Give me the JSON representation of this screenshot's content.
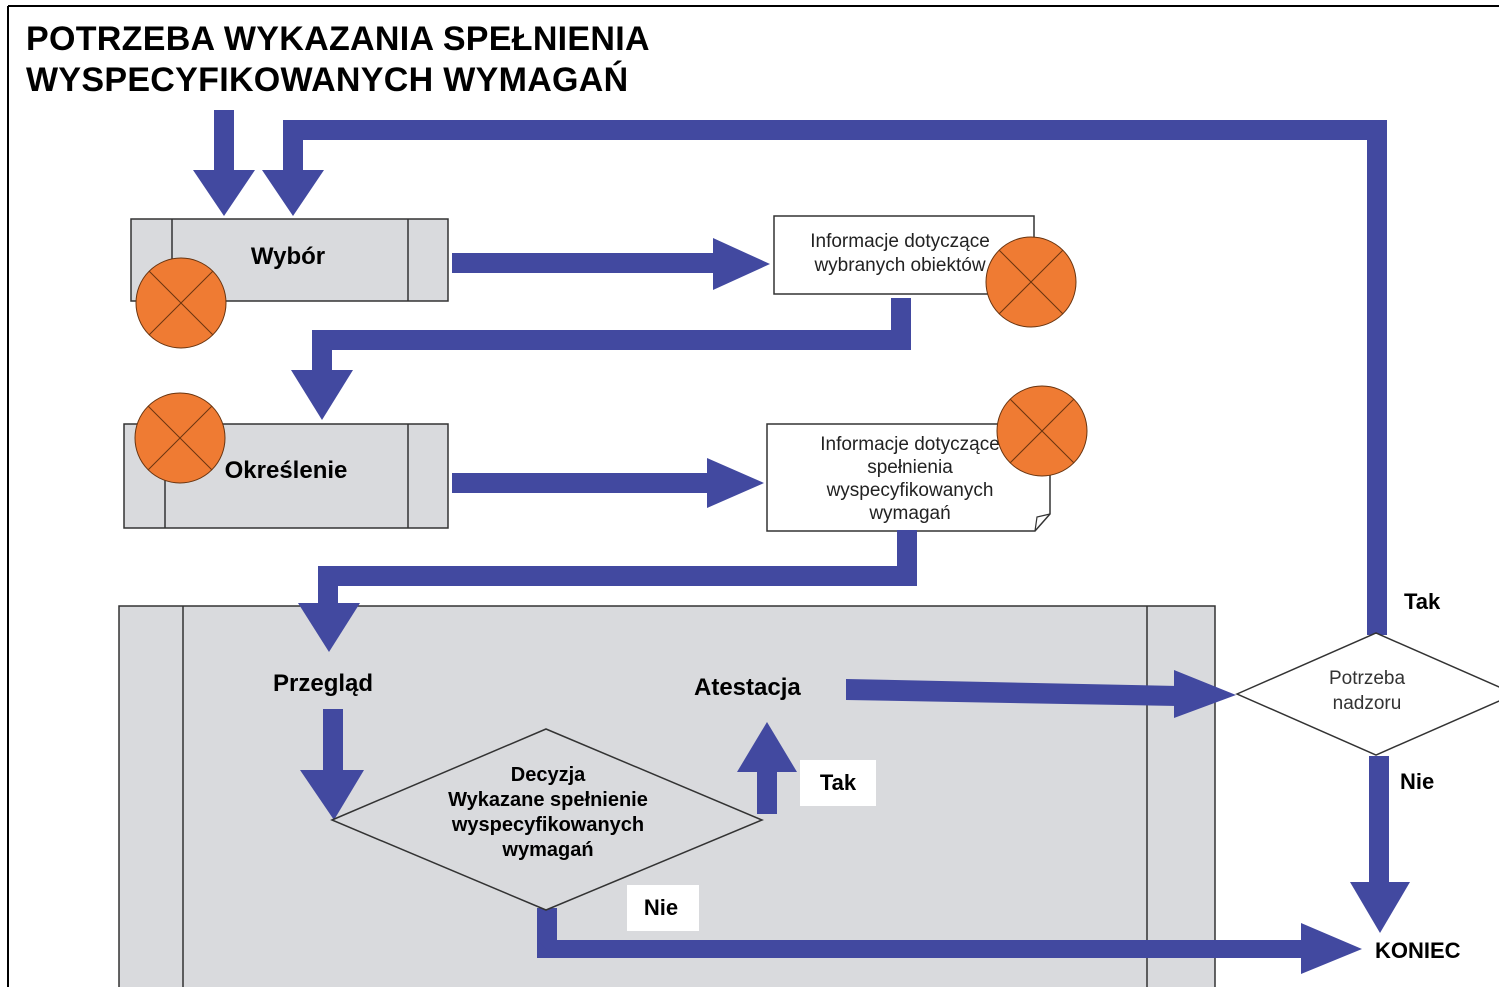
{
  "title": {
    "line1": "POTRZEBA WYKAZANIA SPEŁNIENIA",
    "line2": "WYSPECYFIKOWANYCH WYMAGAŃ"
  },
  "processes": {
    "wybor": "Wybór",
    "okreslenie": "Określenie"
  },
  "documents": {
    "doc1": [
      "Informacje dotyczące",
      "wybranych obiektów"
    ],
    "doc2": [
      "Informacje dotyczące",
      "spełnienia",
      "wyspecyfikowanych",
      "wymagań"
    ]
  },
  "review": {
    "przeglad": "Przegląd",
    "atestacja": "Atestacja",
    "decision": [
      "Decyzja",
      "Wykazane spełnienie",
      "wyspecyfikowanych",
      "wymagań"
    ],
    "tak": "Tak",
    "nie": "Nie"
  },
  "supervision": {
    "decision": [
      "Potrzeba",
      "nadzoru"
    ],
    "tak": "Tak",
    "nie": "Nie"
  },
  "end_label": "KONIEC",
  "colors": {
    "arrow": "#4249a0",
    "process_fill": "#d9dadd",
    "marker": "#ef7b33"
  }
}
